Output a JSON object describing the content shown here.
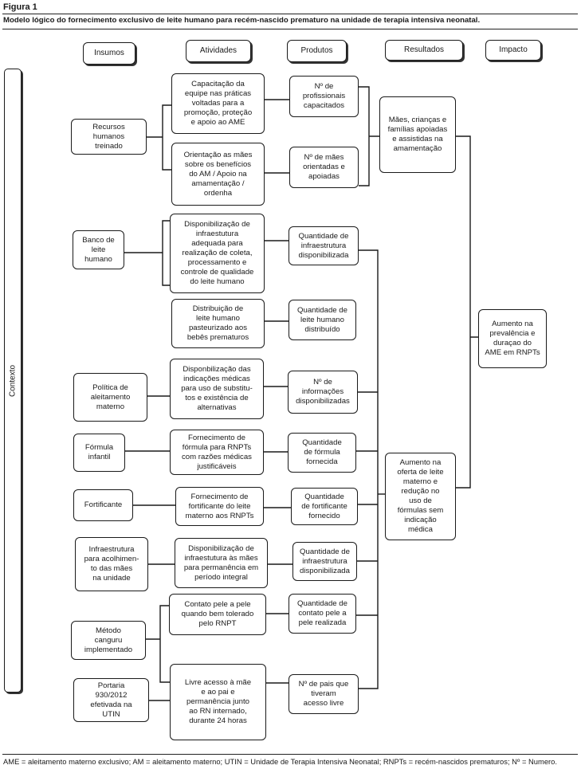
{
  "figure_label": "Figura 1",
  "caption": "Modelo lógico do fornecimento exclusivo de leite humano para recém-nascido prematuro na unidade de terapia intensiva neonatal.",
  "headers": {
    "insumos": "Insumos",
    "atividades": "Atividades",
    "produtos": "Produtos",
    "resultados": "Resultados",
    "impacto": "Impacto"
  },
  "context_label": "Contexto",
  "insumos": [
    "Recursos\nhumanos\ntreinado",
    "Banco de leite\nhumano",
    "Política de\naleitamento\nmaterno",
    "Fórmula\ninfantil",
    "Fortificante",
    "Infraestrutura\npara acolhimen-\nto das mães\nna unidade",
    "Método\ncanguru\nimplementado",
    "Portaria\n930/2012\nefetivada na\nUTIN"
  ],
  "atividades": [
    "Capacitação da\nequipe nas práticas\nvoltadas para a\npromoção, proteção\ne apoio ao AME",
    "Orientação as mães\nsobre os benefícios\ndo AM / Apoio na\namamentação /\nordenha",
    "Disponibilização de\ninfraestutura\nadequada para\nrealização de coleta,\nprocessamento e\ncontrole de qualidade\ndo leite humano",
    "Distribuição de\nleite humano\npasteurizado aos\nbebês prematuros",
    "Disponbilização das\nindicações médicas\npara uso de substitu-\ntos e existência de\nalternativas",
    "Fornecimento de\nfórmula para RNPTs\ncom razões médicas\njustificáveis",
    "Fornecimento de\nfortificante do leite\nmaterno aos RNPTs",
    "Disponibilização de\ninfraestutura às mães\npara permanência em\nperíodo integral",
    "Contato pele a pele\nquando bem tolerado\npelo RNPT",
    "Livre acesso à mãe\ne ao pai e\npermanência junto\nao RN internado,\ndurante 24 horas"
  ],
  "produtos": [
    "Nº de\nprofissionais\ncapacitados",
    "Nº de mães\norientadas e\napoiadas",
    "Quantidade de\ninfraestrutura\ndisponibilizada",
    "Quantidade de\nleite humano\ndistribuído",
    "Nº de\ninformações\ndisponibilizadas",
    "Quantidade\nde fórmula\nfornecida",
    "Quantidade\nde fortificante\nfornecido",
    "Quantidade de\ninfraestrutura\ndisponibilizada",
    "Quantidade de\ncontato pele a\npele realizada",
    "Nº de pais que\ntiveram\nacesso livre"
  ],
  "resultados": [
    "Mães, crianças e\nfamílias apoiadas\ne assistidas na\namamentação",
    "Aumento na\noferta de leite\nmaterno e\nredução no\nuso de\nfórmulas sem\nindicação\nmédica"
  ],
  "impacto": "Aumento na\nprevalência e\nduraçao do\nAME em RNPTs",
  "footnote": "AME = aleitamento materno exclusivo; AM = aleitamento materno; UTIN = Unidade de Terapia Intensiva Neonatal; RNPTs = recém-nascidos prematuros; Nº = Numero."
}
